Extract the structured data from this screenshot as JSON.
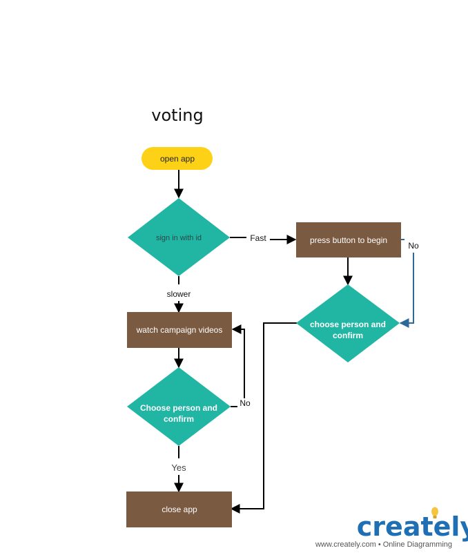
{
  "title": "voting",
  "nodes": {
    "open_app": "open app",
    "sign_in": "sign in with  id",
    "press_button": "press button to begin",
    "watch_videos": "watch campaign videos",
    "choose_confirm_left": [
      "Choose person  and",
      "confirm"
    ],
    "choose_confirm_right": [
      "choose person  and",
      "confirm"
    ],
    "close_app": "close app"
  },
  "edges": {
    "fast": "Fast",
    "slower": "slower",
    "no_right": "No",
    "no_left": "No",
    "yes": "Yes"
  },
  "branding": {
    "logo": "creately",
    "tagline": "www.creately.com • Online Diagramming"
  },
  "colors": {
    "terminal": "#fcd116",
    "decision": "#21b5a4",
    "process": "#7a5a41",
    "arrow": "#000000",
    "loop_arrow": "#2b6a99",
    "brand": "#1e6fb3",
    "bulb": "#f5c542"
  }
}
